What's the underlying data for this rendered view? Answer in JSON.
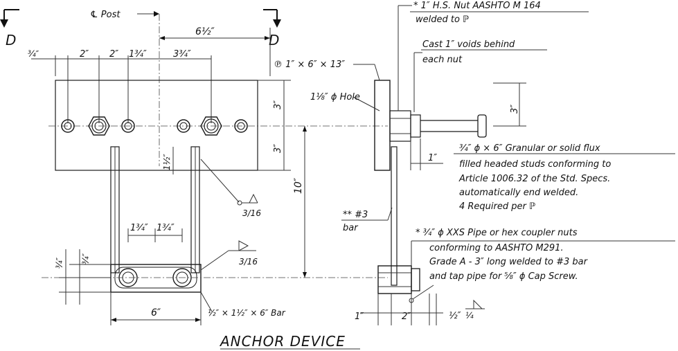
{
  "title": "ANCHOR DEVICE",
  "section_left": "D",
  "section_right": "D",
  "post_label": "℄ Post",
  "dims": {
    "top_half_6": "6½″",
    "left_3_4": "¾″",
    "d_2a": "2″",
    "d_2b": "2″",
    "d_1_3_4": "1¾″",
    "d_3_3_4": "3¾″",
    "plate_3a": "3″",
    "plate_3b": "3″",
    "bar_1_half": "1½″",
    "inner_1_3_4_a": "1¾″",
    "inner_1_3_4_b": "1¾″",
    "left_3_4_a": "¾″",
    "left_3_4_b": "¾″",
    "bottom_6": "6″",
    "ten": "10″",
    "side_3": "3″",
    "side_1": "1″",
    "bottom_1": "1″",
    "bottom_2": "2″",
    "bottom_half": "½″",
    "weld_1_4": "¼",
    "weld_3_16_a": "3/16",
    "weld_3_16_b": "3/16"
  },
  "notes": {
    "nut": "* 1″ H.S. Nut AASHTO M 164",
    "nut2": "welded to ℙ",
    "voids": "Cast 1″ voids behind",
    "voids2": "each nut",
    "plate": "℗ 1″ × 6″ × 13″",
    "hole": "1⅛″ ϕ Hole",
    "stud1": "¾″ ϕ × 6″ Granular or solid flux",
    "stud2": "filled headed studs conforming to",
    "stud3": "Article 1006.32 of the Std. Specs.",
    "stud4": "automatically end welded.",
    "stud5": "4 Required per ℙ",
    "bar_label1": "** #3",
    "bar_label2": "bar",
    "pipe1": "* ¾″ ϕ XXS Pipe or hex coupler nuts",
    "pipe2": "conforming to AASHTO M291.",
    "pipe3": "Grade A - 3″ long welded to #3 bar",
    "pipe4": "and tap pipe for ⅝″ ϕ Cap Screw.",
    "bar_note": "½″ × 1½″ × 6″ Bar"
  }
}
